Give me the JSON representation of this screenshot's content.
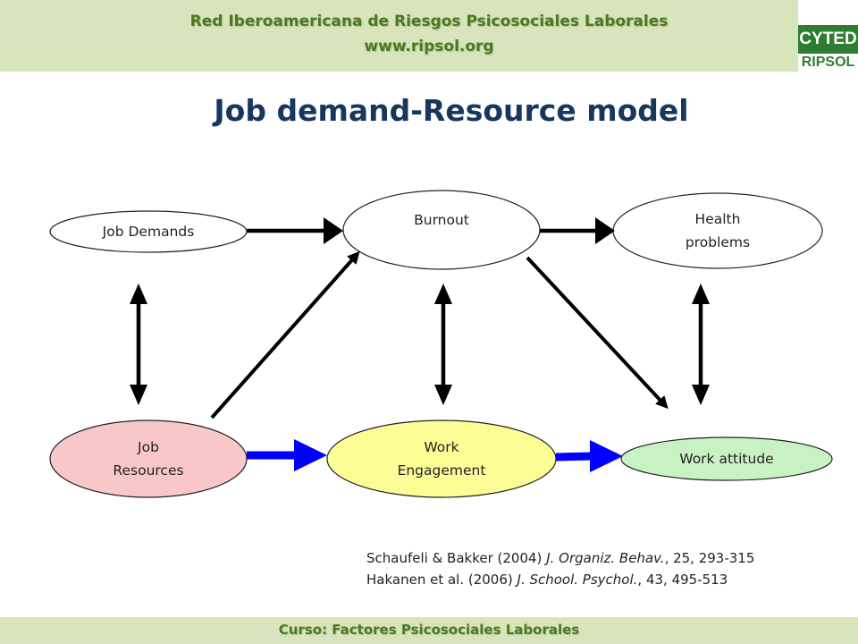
{
  "header": {
    "line1": "Red Iberoamericana de Riesgos Psicosociales Laborales",
    "line2": "www.ripsol.org"
  },
  "logo": {
    "top": "CYTED",
    "bottom": "RIPSOL"
  },
  "title": "Job demand-Resource model",
  "nodes": {
    "job_demands": "Job Demands",
    "burnout": "Burnout",
    "health_line1": "Health",
    "health_line2": "problems",
    "job_resources_line1": "Job",
    "job_resources_line2": "Resources",
    "work_engagement_line1": "Work",
    "work_engagement_line2": "Engagement",
    "work_attitude": "Work attitude"
  },
  "colors": {
    "header_bg": "#d8e4bc",
    "header_text": "#4a7a1e",
    "title_text": "#17375e",
    "job_resources_fill": "#f8c8c8",
    "work_engagement_fill": "#fdfd96",
    "work_attitude_fill": "#c8f2c4",
    "blue_arrow": "#0000ff",
    "black_arrow": "#000000"
  },
  "references": [
    {
      "authors": "Schaufeli & Bakker (2004) ",
      "journal": "J. Organiz. Behav.",
      "details": ", 25, 293-315"
    },
    {
      "authors": "Hakanen et al. (2006) ",
      "journal": "J. School. Psychol.",
      "details": ", 43, 495-513"
    }
  ],
  "footer": "Curso: Factores Psicosociales Laborales"
}
